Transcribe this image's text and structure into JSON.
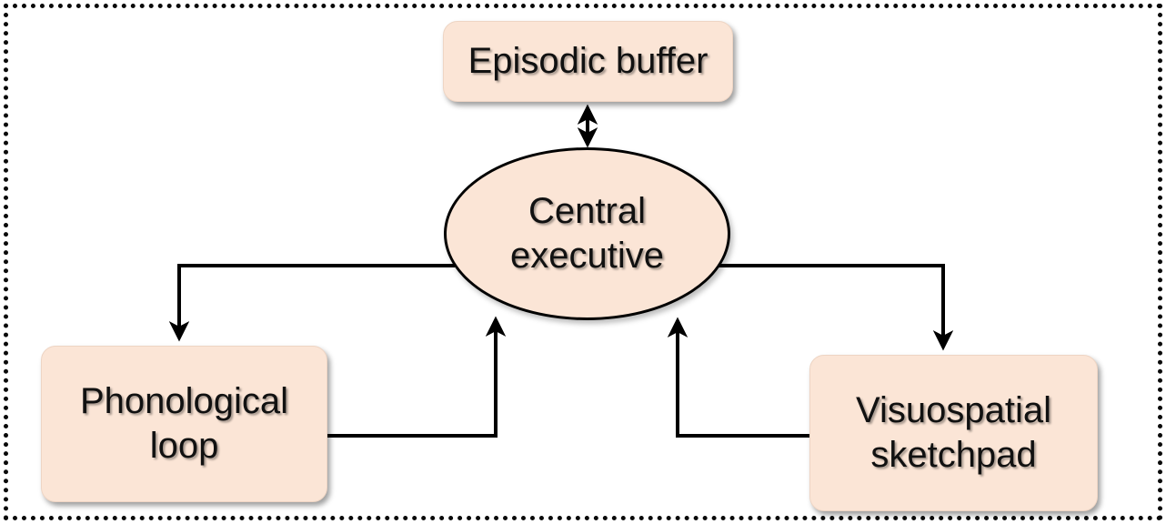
{
  "diagram": {
    "type": "concept-diagram",
    "topic": "Working memory model",
    "background_color": "#ffffff",
    "frame_style": "dotted black border",
    "node_fill_color": "#fbe5d6",
    "stroke_color": "#000000",
    "nodes": {
      "episodic_buffer": {
        "label": "Episodic buffer",
        "shape": "rounded-rect",
        "position": "top-center"
      },
      "central_executive": {
        "label": "Central\nexecutive",
        "shape": "ellipse",
        "position": "middle-center"
      },
      "phonological_loop": {
        "label": "Phonological\nloop",
        "shape": "rounded-rect",
        "position": "bottom-left"
      },
      "visuospatial_sketchpad": {
        "label": "Visuospatial\nsketchpad",
        "shape": "rounded-rect",
        "position": "bottom-right"
      }
    },
    "edges": [
      {
        "from": "episodic_buffer",
        "to": "central_executive",
        "direction": "bidirectional",
        "style": "straight vertical double-headed arrow"
      },
      {
        "from": "central_executive",
        "to": "phonological_loop",
        "direction": "one-way",
        "style": "elbow: left then down into box top"
      },
      {
        "from": "phonological_loop",
        "to": "central_executive",
        "direction": "one-way",
        "style": "elbow: right then up into ellipse bottom"
      },
      {
        "from": "central_executive",
        "to": "visuospatial_sketchpad",
        "direction": "one-way",
        "style": "elbow: right then down into box top"
      },
      {
        "from": "visuospatial_sketchpad",
        "to": "central_executive",
        "direction": "one-way",
        "style": "elbow: left then up into ellipse bottom"
      }
    ]
  }
}
